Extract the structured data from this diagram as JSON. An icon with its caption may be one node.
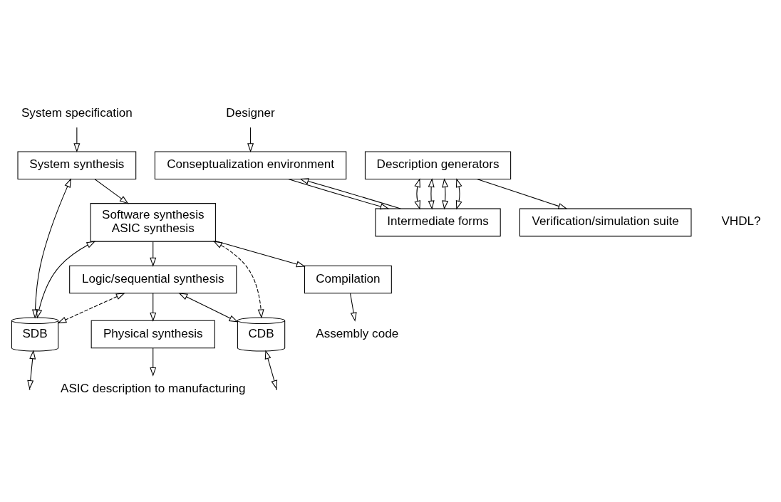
{
  "diagram": {
    "nodes": [
      {
        "text": [
          "System specification"
        ]
      },
      {
        "text": [
          "System synthesis"
        ]
      },
      {
        "text": [
          "Designer"
        ]
      },
      {
        "text": [
          "Verification/simulation suite"
        ]
      },
      {
        "text": [
          "Description generators"
        ]
      },
      {
        "text": [
          "Software synthesis",
          "ASIC synthesis"
        ]
      },
      {
        "text": [
          "SDB"
        ]
      },
      {
        "text": [
          "Intermediate forms"
        ]
      },
      {
        "text": [
          "Conseptualization environment"
        ]
      },
      {
        "text": [
          "Compilation"
        ]
      },
      {
        "text": [
          "Logic/sequential synthesis"
        ]
      },
      {
        "text": [
          "CDB"
        ]
      },
      {
        "text": [
          "Physical synthesis"
        ]
      },
      {
        "text": [
          "Assembly code"
        ]
      },
      {
        "text": [
          "ASIC description to manufacturing"
        ]
      }
    ],
    "edges": [
      {
        "from": 0,
        "to": 1,
        "arrow": "to"
      },
      {
        "from": 2,
        "to": 8,
        "arrow": "to"
      },
      {
        "from": 1,
        "to": 5,
        "arrow": "to"
      },
      {
        "from": 1,
        "to": 6,
        "arrow": "both"
      },
      {
        "from": 4,
        "to": 7,
        "arrow": "both"
      },
      {
        "from": 5,
        "to": 6,
        "arrow": "both"
      },
      {
        "from": 6,
        "to": null,
        "arrow": "both"
      },
      {
        "from": 4,
        "to": 7,
        "arrow": "both"
      },
      {
        "from": 5,
        "to": 9,
        "arrow": "to"
      },
      {
        "from": 5,
        "to": 10,
        "arrow": "to"
      },
      {
        "from": 5,
        "to": 11,
        "arrow": "both",
        "style": "dashed"
      },
      {
        "from": 10,
        "to": 6,
        "arrow": "both",
        "style": "dashed"
      },
      {
        "from": 10,
        "to": 11,
        "arrow": "both"
      },
      {
        "from": 11,
        "to": null,
        "arrow": "both"
      },
      {
        "from": 4,
        "to": 7,
        "arrow": "both"
      },
      {
        "from": 9,
        "to": 13,
        "arrow": "to"
      },
      {
        "from": 10,
        "to": 12,
        "arrow": "to"
      },
      {
        "from": 4,
        "to": 7,
        "arrow": "both"
      },
      {
        "from": 12,
        "to": 14,
        "arrow": "to"
      },
      {
        "from": 4,
        "to": 3,
        "arrow": "to"
      },
      {
        "from": 7,
        "to": 8,
        "arrow": "to"
      },
      {
        "from": 8,
        "to": 7,
        "arrow": "to"
      }
    ],
    "labels": [
      "VHDL?"
    ]
  }
}
